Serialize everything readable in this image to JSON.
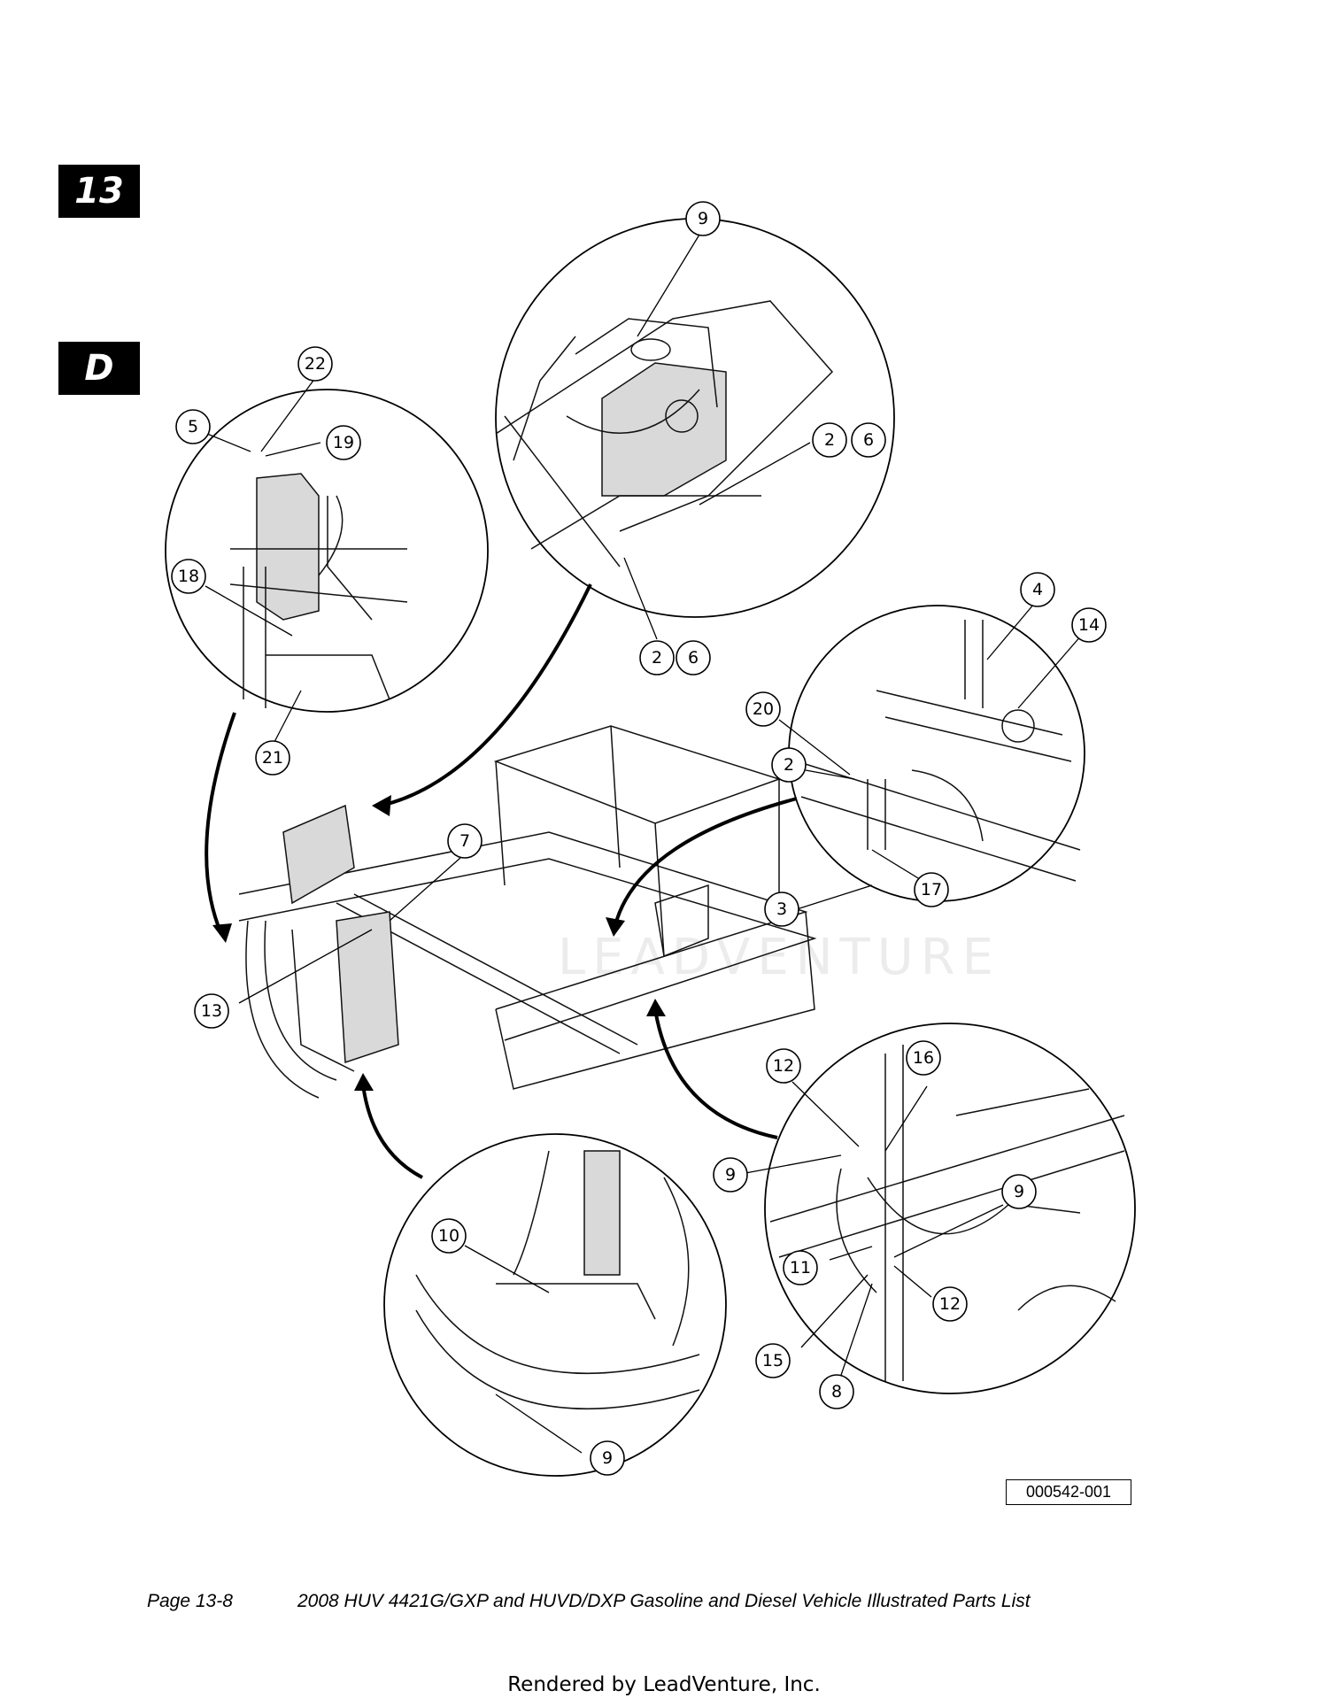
{
  "section_tab": "13",
  "subsection_tab": "D",
  "figure_id": "000542-001",
  "footer": {
    "page": "Page 13-8",
    "title": "2008 HUV 4421G/GXP and HUVD/DXP Gasoline and Diesel Vehicle Illustrated Parts List"
  },
  "rendered_by": "Rendered by LeadVenture, Inc.",
  "watermark_text": "LEADVENTURE",
  "callouts": {
    "c9a": "9",
    "c2a": "2",
    "c6a": "6",
    "c2b": "2",
    "c6b": "6",
    "c22": "22",
    "c5": "5",
    "c19": "19",
    "c18": "18",
    "c21": "21",
    "c4": "4",
    "c14": "14",
    "c20": "20",
    "c2c": "2",
    "c3": "3",
    "c17": "17",
    "c7": "7",
    "c13": "13",
    "c12a": "12",
    "c16": "16",
    "c9b": "9",
    "c9c": "9",
    "c11": "11",
    "c12b": "12",
    "c15": "15",
    "c8": "8",
    "c10": "10",
    "c9d": "9"
  }
}
